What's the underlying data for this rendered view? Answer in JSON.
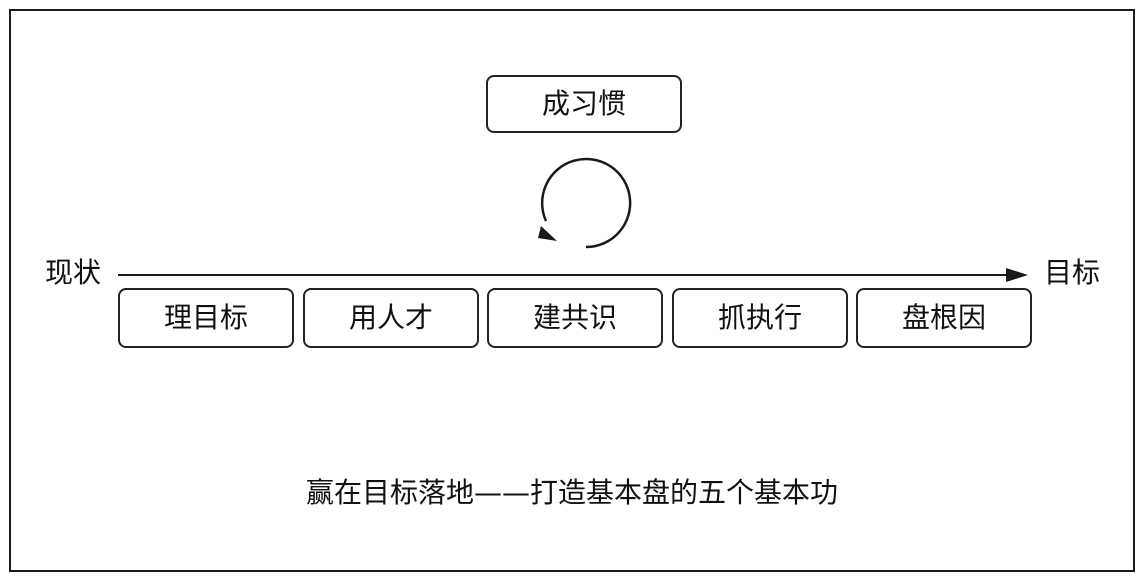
{
  "habit": {
    "label": "成习惯"
  },
  "axis": {
    "start_label": "现状",
    "end_label": "目标"
  },
  "steps": [
    {
      "label": "理目标"
    },
    {
      "label": "用人才"
    },
    {
      "label": "建共识"
    },
    {
      "label": "抓执行"
    },
    {
      "label": "盘根因"
    }
  ],
  "caption": "赢在目标落地——打造基本盘的五个基本功",
  "colors": {
    "stroke": "#1a1a1a",
    "background": "#ffffff",
    "text": "#111111"
  }
}
